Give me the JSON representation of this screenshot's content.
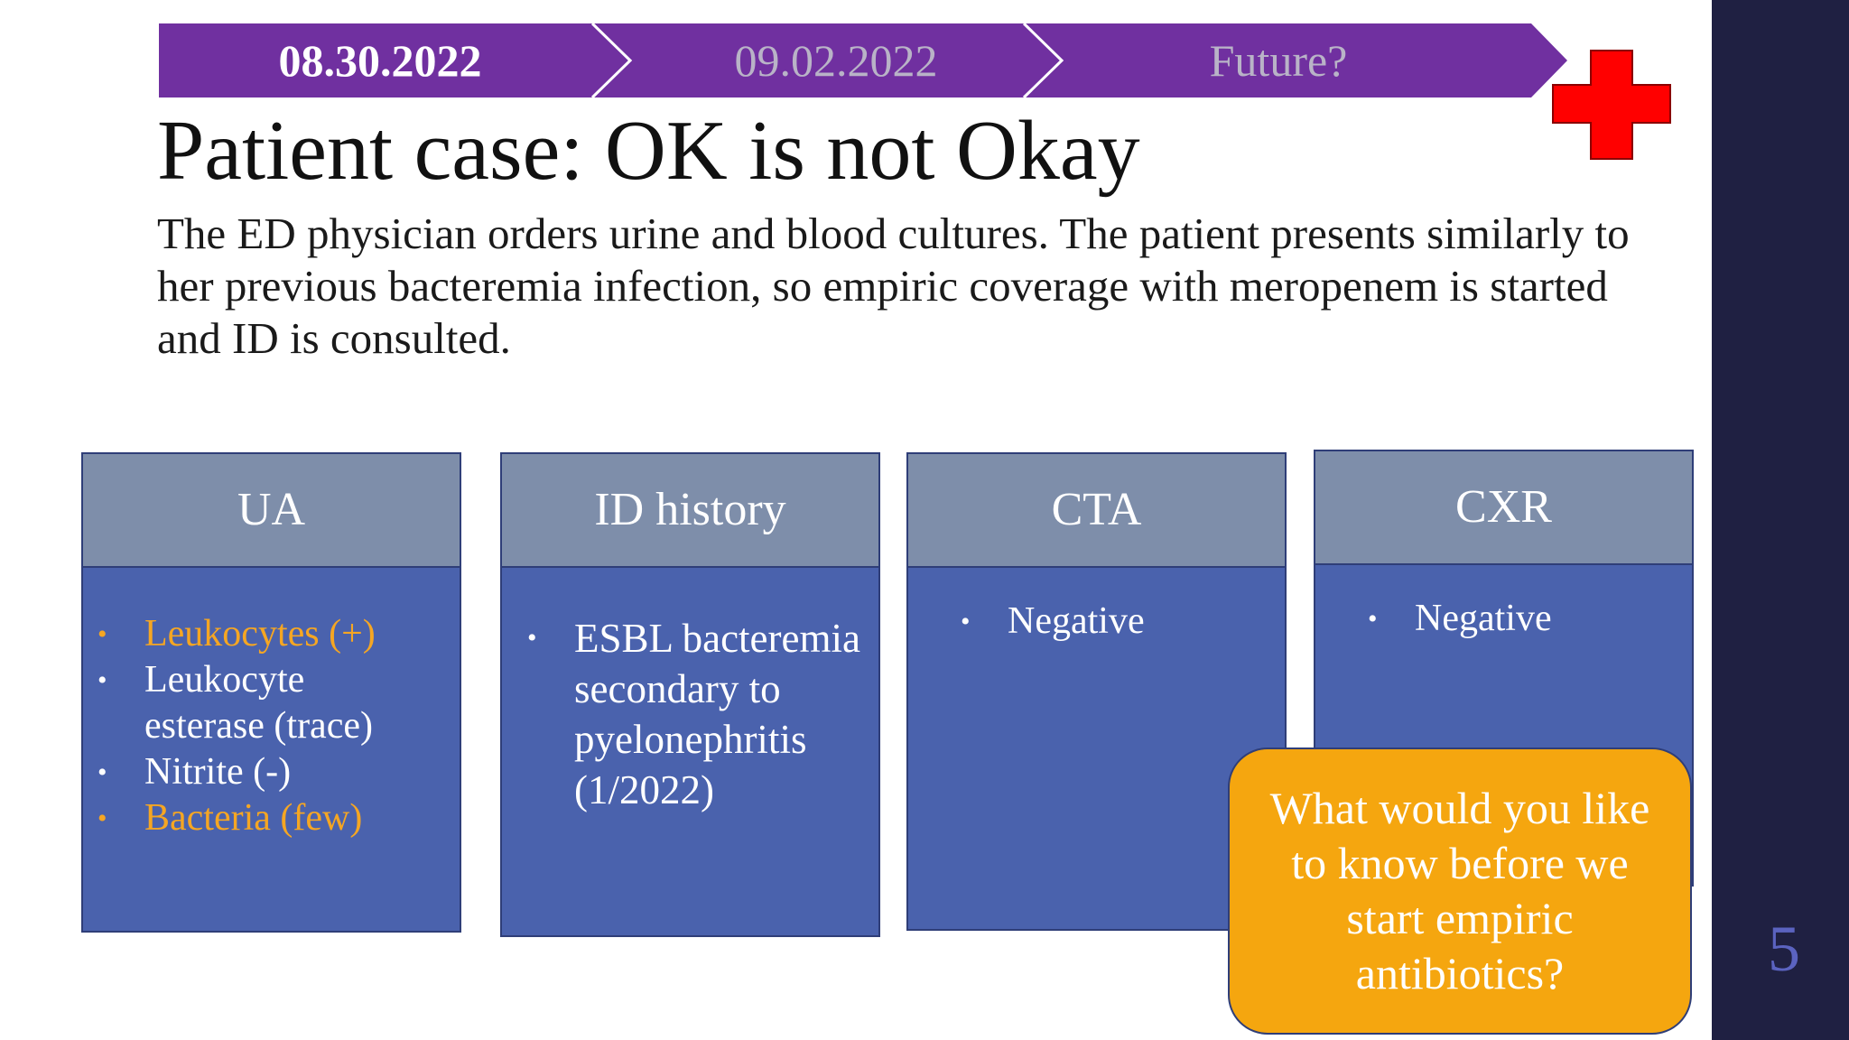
{
  "timeline": {
    "steps": [
      "08.30.2022",
      "09.02.2022",
      "Future?"
    ],
    "active_color": "#7030a0"
  },
  "title": "Patient case: OK is not Okay",
  "body": "The ED physician orders urine and blood cultures. The patient presents similarly to her previous bacteremia infection, so empiric coverage with meropenem is started and ID is consulted.",
  "cards": [
    {
      "heading": "UA",
      "items": [
        {
          "text": "Leukocytes  (+)",
          "highlight": true
        },
        {
          "text": "Leukocyte",
          "highlight": false
        },
        {
          "text": "esterase (trace)",
          "highlight": false,
          "continuation": true
        },
        {
          "text": "Nitrite (-)",
          "highlight": false
        },
        {
          "text": "Bacteria (few)",
          "highlight": true
        }
      ]
    },
    {
      "heading": "ID history",
      "items": [
        {
          "text": "ESBL bacteremia"
        },
        {
          "text": "secondary to",
          "continuation": true
        },
        {
          "text": "pyelonephritis",
          "continuation": true
        },
        {
          "text": "(1/2022)",
          "continuation": true
        }
      ]
    },
    {
      "heading": "CTA",
      "items": [
        {
          "text": "Negative"
        }
      ]
    },
    {
      "heading": "CXR",
      "items": [
        {
          "text": "Negative"
        }
      ]
    }
  ],
  "callout": "What would you like to know before we start empiric antibiotics?",
  "slide_number": "5",
  "colors": {
    "card_body": "#4a62ad",
    "card_header": "#7e8eaa",
    "highlight": "#f5a623",
    "callout": "#f5a60f",
    "sidebar": "#1f2042",
    "cross": "#ff0000"
  }
}
